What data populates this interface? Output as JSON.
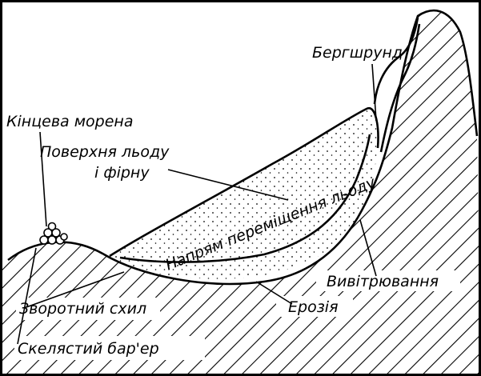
{
  "diagram": {
    "labels": {
      "terminal_moraine": "Кінцева морена",
      "ice_surface_line1": "Поверхня льоду",
      "ice_surface_line2": "і фірну",
      "bergschrund": "Бергшрунд",
      "flow_direction": "Напрям переміщення льоду",
      "weathering": "Вивітрювання",
      "erosion": "Ерозія",
      "reverse_slope": "Зворотний схил",
      "rock_barrier": "Скелястий бар'ер"
    },
    "colors": {
      "ink": "#000000",
      "paper": "#ffffff",
      "frame": "#000000"
    }
  }
}
